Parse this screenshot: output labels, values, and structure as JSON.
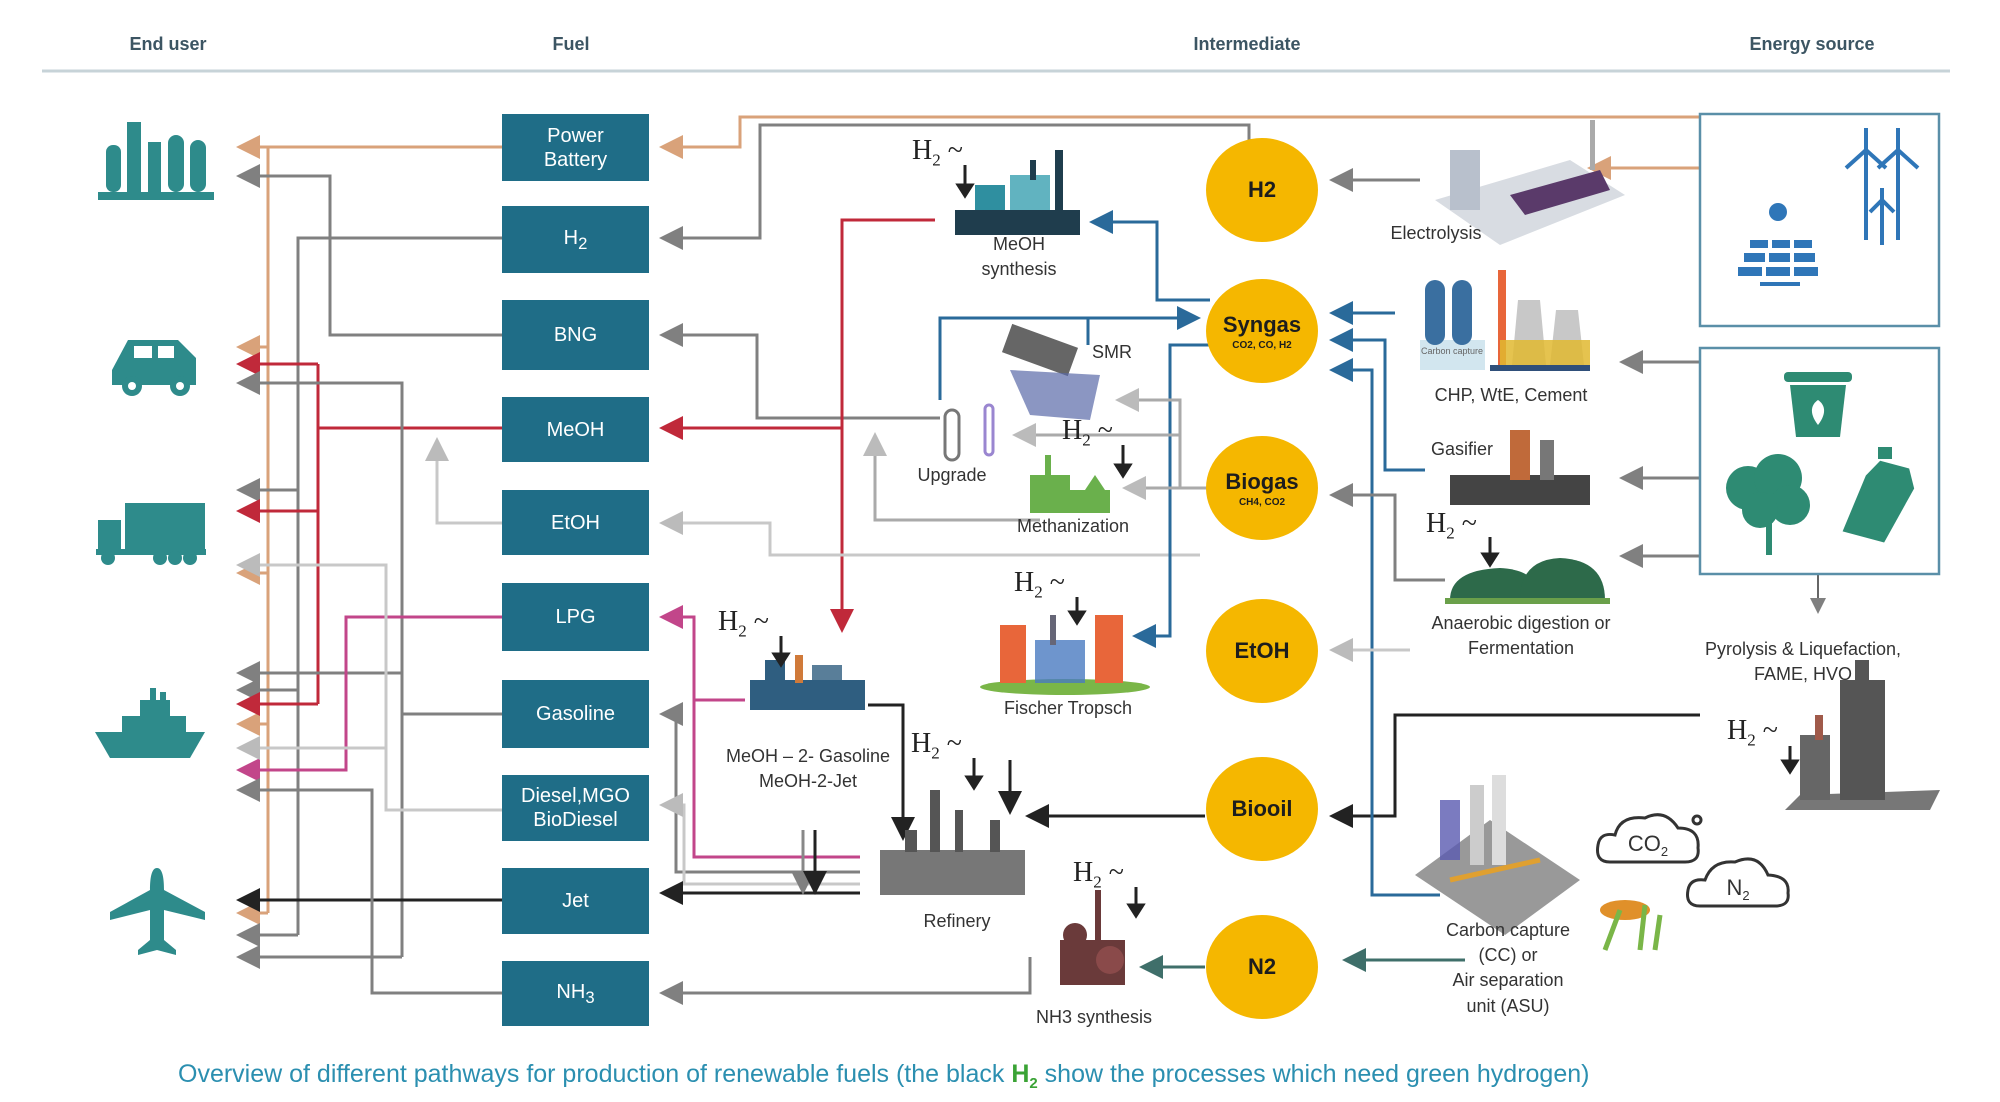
{
  "headers": {
    "end_user": "End user",
    "fuel": "Fuel",
    "intermediate": "Intermediate",
    "energy_source": "Energy source"
  },
  "end_users": [
    {
      "name": "industry",
      "icon": "factory-icon"
    },
    {
      "name": "car",
      "icon": "car-icon"
    },
    {
      "name": "truck",
      "icon": "truck-icon"
    },
    {
      "name": "ship",
      "icon": "ship-icon"
    },
    {
      "name": "airplane",
      "icon": "airplane-icon"
    }
  ],
  "fuels": {
    "power_battery": {
      "line1": "Power",
      "line2": "Battery"
    },
    "h2": {
      "main": "H",
      "sub": "2"
    },
    "bng": {
      "label": "BNG"
    },
    "meoh": {
      "label": "MeOH"
    },
    "etoh": {
      "label": "EtOH"
    },
    "lpg": {
      "label": "LPG"
    },
    "gasoline": {
      "label": "Gasoline"
    },
    "diesel": {
      "line1": "Diesel,MGO",
      "line2": "BioDiesel"
    },
    "jet": {
      "label": "Jet"
    },
    "nh3": {
      "main": "NH",
      "sub": "3"
    }
  },
  "intermediates": {
    "h2": {
      "label": "H2"
    },
    "syngas": {
      "label": "Syngas",
      "sub": "CO2, CO, H2"
    },
    "biogas": {
      "label": "Biogas",
      "sub": "CH4, CO2"
    },
    "etoh": {
      "label": "EtOH"
    },
    "biooil": {
      "label": "Biooil"
    },
    "n2": {
      "label": "N2"
    }
  },
  "processes": {
    "meoh_synthesis": {
      "line1": "MeOH",
      "line2": "synthesis"
    },
    "smr": "SMR",
    "upgrade": "Upgrade",
    "methanization": "Methanization",
    "fischer_tropsch": "Fischer Tropsch",
    "meoh_gasoline": {
      "line1": "MeOH – 2- Gasoline",
      "line2": "MeOH-2-Jet"
    },
    "refinery": "Refinery",
    "nh3_synthesis": "NH3 synthesis",
    "electrolysis": "Electrolysis",
    "chp": "CHP, WtE, Cement",
    "chp_carbon_capture": "Carbon capture",
    "gasifier": "Gasifier",
    "anaerobic": {
      "line1": "Anaerobic digestion or",
      "line2": "Fermentation"
    },
    "pyrolysis": {
      "line1": "Pyrolysis & Liquefaction,",
      "line2": "FAME, HVO"
    },
    "carbon_capture": {
      "line1": "Carbon capture",
      "line2": "(CC) or",
      "line3": "Air separation",
      "line4": "unit (ASU)"
    }
  },
  "h2_marker": {
    "main": "H",
    "sub": "2",
    "wave": "~"
  },
  "clouds": {
    "co2": {
      "main": "CO",
      "sub": "2"
    },
    "n2": {
      "main": "N",
      "sub": "2"
    }
  },
  "energy_sources": [
    {
      "name": "renewable-electricity",
      "icons": [
        "solar-panel-icon",
        "wind-turbine-icon"
      ]
    },
    {
      "name": "biomass-waste",
      "icons": [
        "waste-bin-icon",
        "tree-icon",
        "bottle-icon"
      ]
    }
  ],
  "caption": {
    "before": "Overview of different pathways for production of renewable fuels (the black ",
    "h": "H",
    "sub": "2",
    "after": " show the processes which need green hydrogen)"
  },
  "colors": {
    "fuel_box": "#1f6d87",
    "intermediate": "#f5b700",
    "icon_teal": "#2e8b8b",
    "energy_blue": "#2f76b8",
    "red_flow": "#c0293a",
    "magenta_flow": "#c2468a",
    "blue_flow": "#2a6a9a",
    "caption": "#2b8fb0"
  }
}
